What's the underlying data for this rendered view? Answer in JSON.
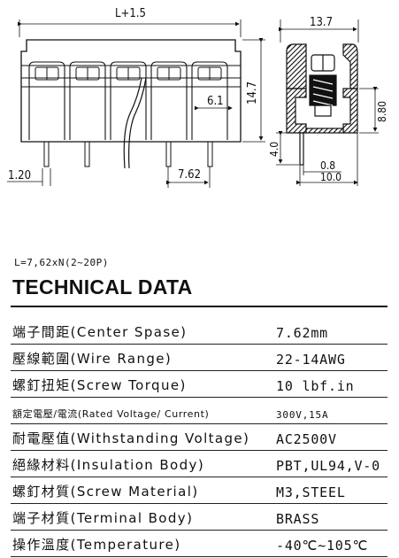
{
  "drawing": {
    "dim_overall_length": "L+1.5",
    "dim_height": "14.7",
    "dim_terminal_width": "6.1",
    "dim_pin_width": "1.20",
    "dim_pitch": "7.62",
    "dim_side_width": "13.7",
    "dim_side_height": "8.80",
    "dim_pin_length": "4.0",
    "dim_pin_thickness": "0.8",
    "dim_base_width": "10.0"
  },
  "formula": "L=7,62xN(2~20P)",
  "heading": "TECHNICAL DATA",
  "specs": [
    {
      "label": "端子間距(Center Spase)",
      "value": "7.62mm"
    },
    {
      "label": "壓線範圍(Wire Range)",
      "value": "22-14AWG"
    },
    {
      "label": "螺釘扭矩(Screw Torque)",
      "value": "10 lbf.in"
    },
    {
      "label": "額定電壓/電流(Rated Voltage/ Current)",
      "value": "300V,15A"
    },
    {
      "label": "耐電壓值(Withstanding Voltage)",
      "value": "AC2500V"
    },
    {
      "label": "絕緣材料(Insulation Body)",
      "value": "PBT,UL94,V-0"
    },
    {
      "label": "螺釘材質(Screw Material)",
      "value": "M3,STEEL"
    },
    {
      "label": "端子材質(Terminal Body)",
      "value": "BRASS"
    },
    {
      "label": "操作溫度(Temperature)",
      "value": "-40℃~105℃"
    }
  ]
}
